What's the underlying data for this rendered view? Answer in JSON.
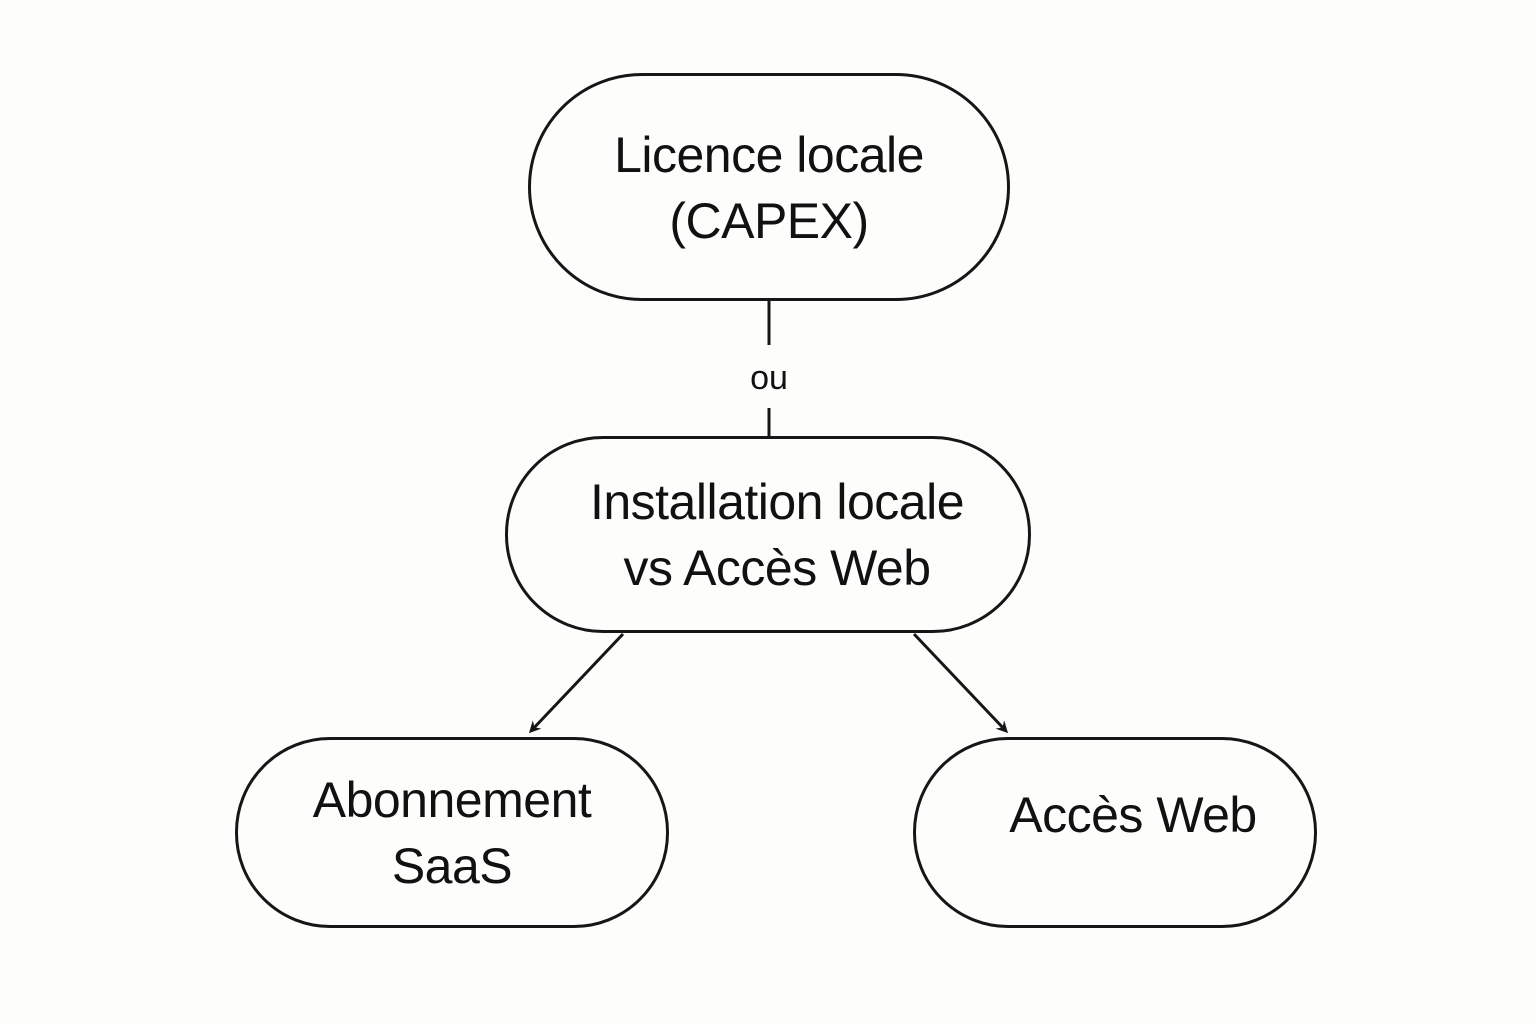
{
  "diagram": {
    "type": "flowchart",
    "nodes": [
      {
        "id": "licence_locale",
        "lines": [
          "Licence locale",
          "(CAPEX)"
        ],
        "shape": "stadium"
      },
      {
        "id": "installation_vs_web",
        "lines": [
          "Installation locale",
          "vs Accès Web"
        ],
        "shape": "stadium"
      },
      {
        "id": "abonnement_saas",
        "lines": [
          "Abonnement",
          "SaaS"
        ],
        "shape": "stadium"
      },
      {
        "id": "acces_web",
        "lines": [
          "Accès Web"
        ],
        "shape": "stadium"
      }
    ],
    "edges": [
      {
        "from": "licence_locale",
        "to": "installation_vs_web",
        "label": "ou",
        "arrow": false
      },
      {
        "from": "installation_vs_web",
        "to": "abonnement_saas",
        "label": "",
        "arrow": true
      },
      {
        "from": "installation_vs_web",
        "to": "acces_web",
        "label": "",
        "arrow": true
      }
    ],
    "colors": {
      "background": "#fdfdfc",
      "stroke": "#161616",
      "text": "#111111"
    }
  }
}
